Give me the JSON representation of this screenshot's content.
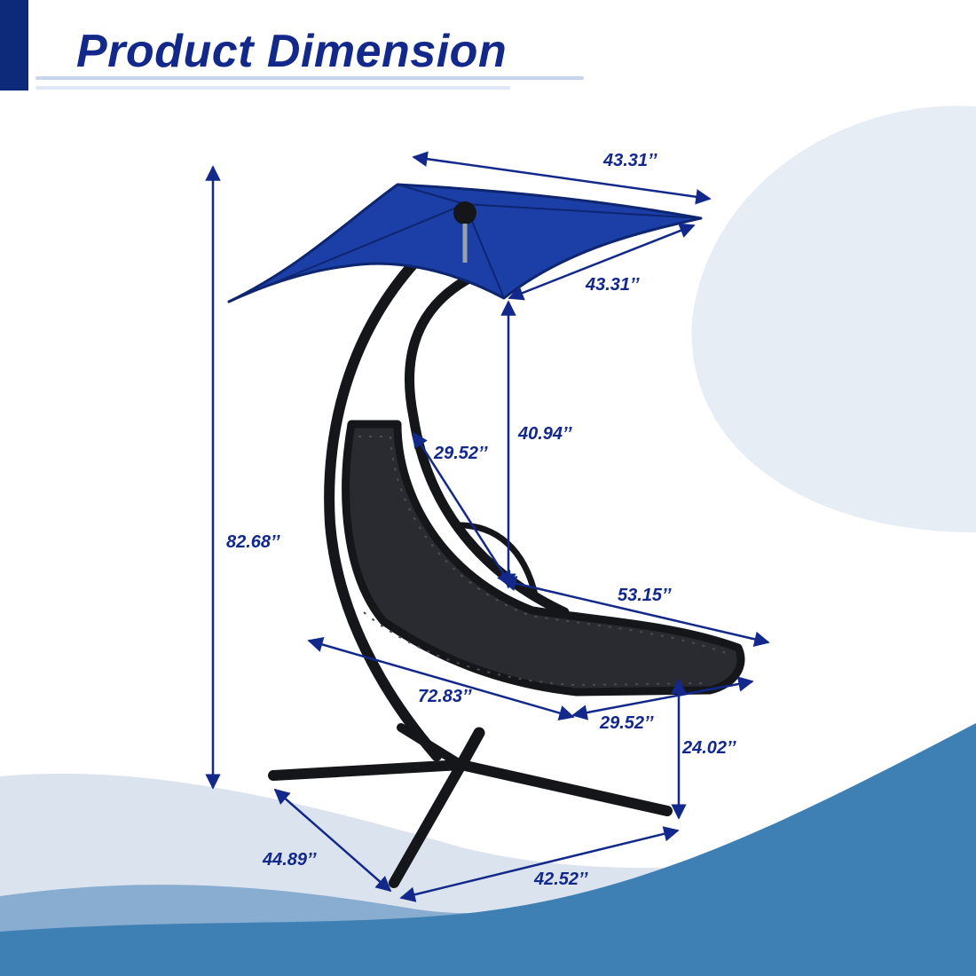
{
  "page": {
    "title": "Product Dimension",
    "colors": {
      "accent": "#0d2a7a",
      "text": "#12288a",
      "canopy": "#1b3fa6",
      "frame": "#15161a",
      "wave_light": "#dbe3ef",
      "wave_mid": "#7ea6cc",
      "wave_dark": "#3f80b4"
    }
  },
  "dimensions": {
    "canopy_width": "43.31’’",
    "canopy_depth": "43.31’’",
    "overall_height": "82.68’’",
    "canopy_to_seat": "40.94’’",
    "backrest_length": "29.52’’",
    "seat_length": "53.15’’",
    "overall_length": "72.83’’",
    "seat_width": "29.52’’",
    "seat_height": "24.02’’",
    "base_depth": "44.89’’",
    "base_width": "42.52’’"
  }
}
